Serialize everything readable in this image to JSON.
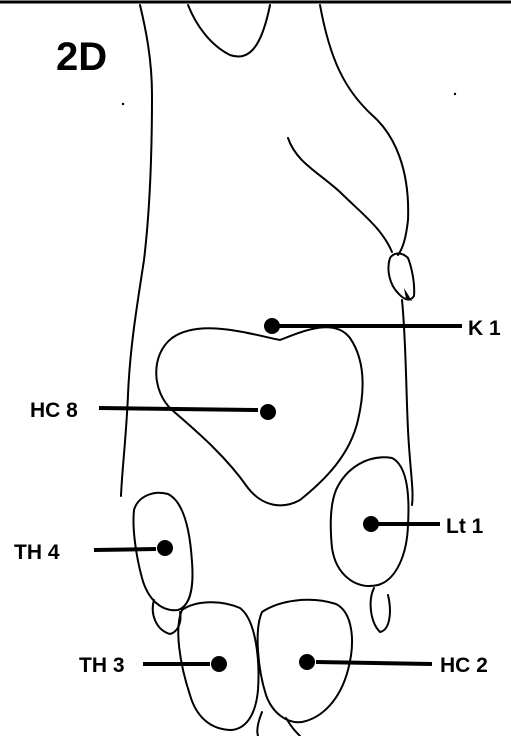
{
  "figure": {
    "panel_label": "2D",
    "points": {
      "k1": "K 1",
      "hc8": "HC 8",
      "lt1": "Lt 1",
      "th4": "TH  4",
      "th3": "TH 3",
      "hc2": "HC 2"
    }
  }
}
